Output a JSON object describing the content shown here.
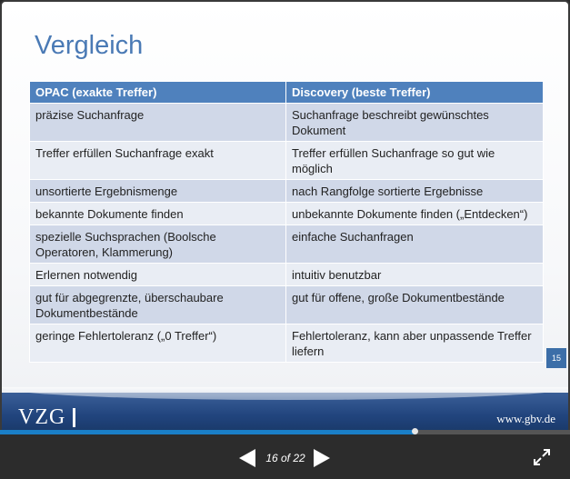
{
  "slide": {
    "title": "Vergleich",
    "table": {
      "headers": [
        "OPAC (exakte Treffer)",
        "Discovery (beste Treffer)"
      ],
      "rows": [
        [
          "präzise Suchanfrage",
          "Suchanfrage beschreibt gewünschtes Dokument"
        ],
        [
          "Treffer erfüllen Suchanfrage exakt",
          "Treffer erfüllen Suchanfrage so gut wie möglich"
        ],
        [
          "unsortierte Ergebnismenge",
          "nach Rangfolge sortierte Ergebnisse"
        ],
        [
          "bekannte Dokumente finden",
          "unbekannte Dokumente finden („Entdecken“)"
        ],
        [
          "spezielle Suchsprachen (Boolsche Operatoren, Klammerung)",
          "einfache Suchanfragen"
        ],
        [
          "Erlernen notwendig",
          "intuitiv benutzbar"
        ],
        [
          "gut für abgegrenzte, überschaubare Dokumentbestände",
          "gut für offene, große Dokumentbestände"
        ],
        [
          "geringe Fehlertoleranz („0 Treffer“)",
          "Fehlertoleranz, kann aber unpassende Treffer liefern"
        ]
      ]
    },
    "page_badge": "15",
    "footer": {
      "logo": "VZG",
      "website": "www.gbv.de"
    }
  },
  "player": {
    "counter": "16 of 22",
    "progress_fraction": 0.727,
    "icons": {
      "prev": "prev-arrow-icon",
      "next": "next-arrow-icon",
      "fullscreen": "fullscreen-icon"
    }
  },
  "colors": {
    "title": "#4a7ab5",
    "table_header": "#4f81bd",
    "row_odd": "#d0d8e8",
    "row_even": "#e9edf4",
    "footer": "#21447d",
    "progress": "#1a7fc7"
  }
}
